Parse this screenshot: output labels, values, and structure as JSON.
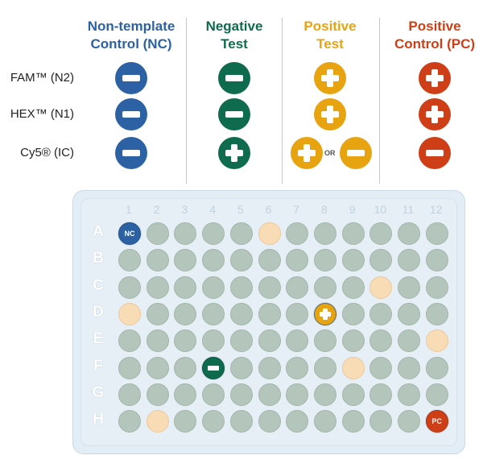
{
  "colors": {
    "nc": "#2c62a4",
    "neg": "#0f6b4d",
    "pos": "#e8a311",
    "pc": "#ce3f17"
  },
  "legend": {
    "columns": [
      {
        "id": "nc",
        "line1": "Non-template",
        "line2": "Control (NC)",
        "color": "#2c62a4"
      },
      {
        "id": "neg",
        "line1": "Negative",
        "line2": "Test",
        "color": "#0f6b4d"
      },
      {
        "id": "pos",
        "line1": "Positive",
        "line2": "Test",
        "color": "#e8a311"
      },
      {
        "id": "pc",
        "line1": "Positive",
        "line2": "Control (PC)",
        "color": "#ce3f17"
      }
    ],
    "rows": [
      {
        "label": "FAM™ (N2)",
        "symbols": [
          "minus",
          "minus",
          "plus",
          "plus"
        ]
      },
      {
        "label": "HEX™ (N1)",
        "symbols": [
          "minus",
          "minus",
          "plus",
          "plus"
        ]
      },
      {
        "label": "Cy5® (IC)",
        "symbols": [
          "minus",
          "plus",
          "plus-or-minus",
          "minus"
        ]
      }
    ],
    "or_label": "OR"
  },
  "plate": {
    "column_labels": [
      "1",
      "2",
      "3",
      "4",
      "5",
      "6",
      "7",
      "8",
      "9",
      "10",
      "11",
      "12"
    ],
    "row_labels": [
      "A",
      "B",
      "C",
      "D",
      "E",
      "F",
      "G",
      "H"
    ],
    "special_wells": [
      {
        "row": "A",
        "col": 1,
        "type": "nc",
        "text": "NC"
      },
      {
        "row": "A",
        "col": 6,
        "type": "pale"
      },
      {
        "row": "C",
        "col": 10,
        "type": "pale"
      },
      {
        "row": "D",
        "col": 1,
        "type": "pale"
      },
      {
        "row": "D",
        "col": 8,
        "type": "pos"
      },
      {
        "row": "E",
        "col": 12,
        "type": "pale"
      },
      {
        "row": "F",
        "col": 4,
        "type": "neg"
      },
      {
        "row": "F",
        "col": 9,
        "type": "pale"
      },
      {
        "row": "H",
        "col": 2,
        "type": "pale"
      },
      {
        "row": "H",
        "col": 12,
        "type": "pc",
        "text": "PC"
      }
    ]
  }
}
